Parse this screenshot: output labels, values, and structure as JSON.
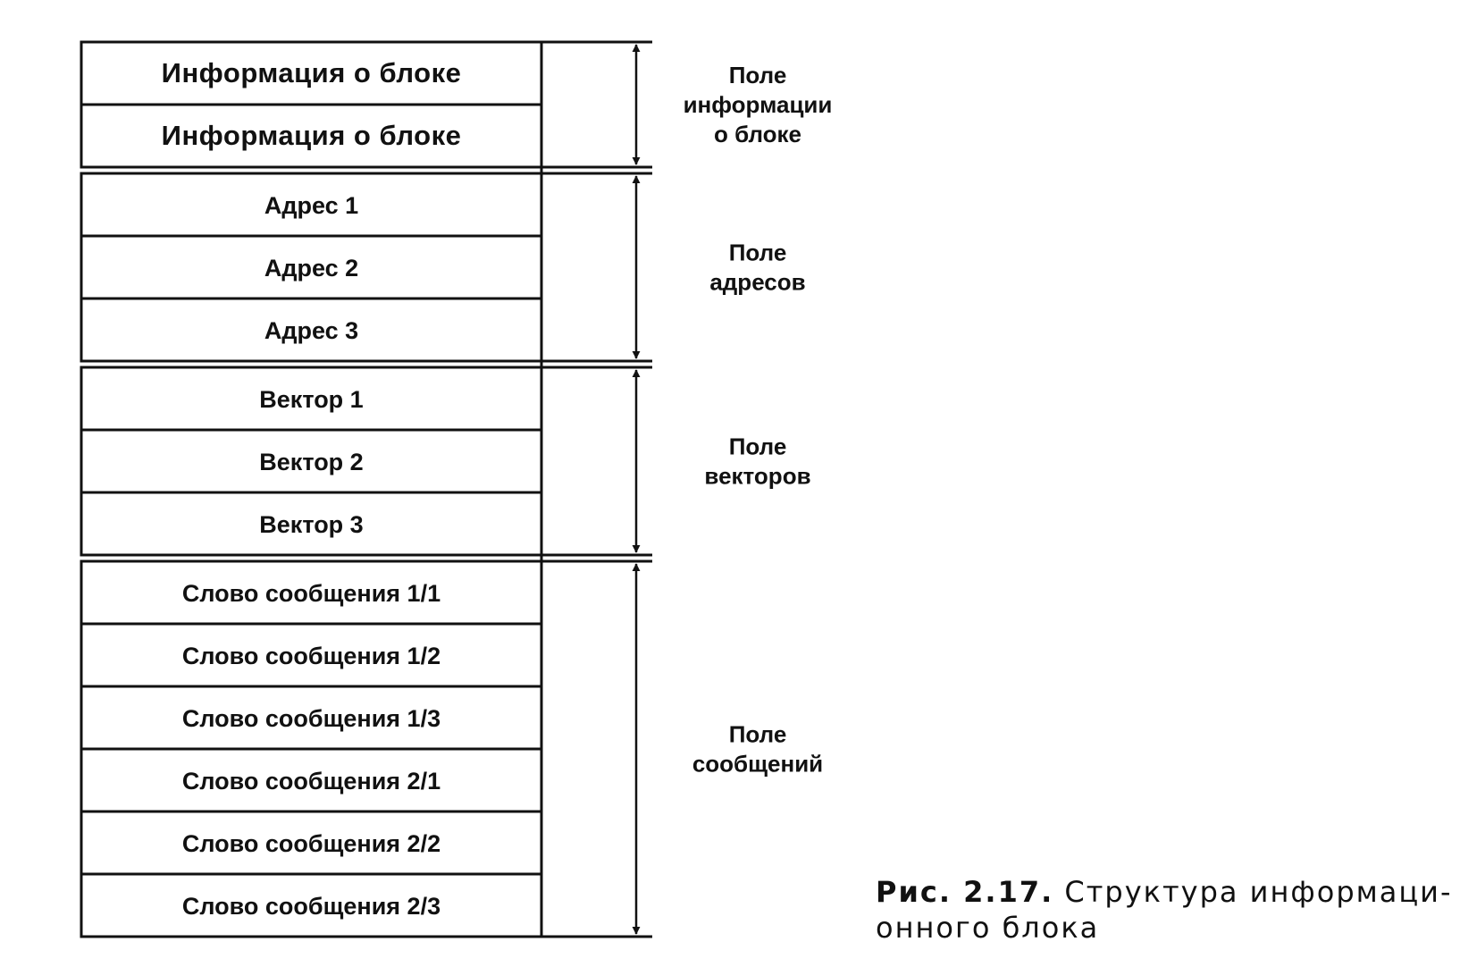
{
  "diagram": {
    "groups": [
      {
        "id": "info",
        "cells": [
          "Информация о блоке",
          "Информация о блоке"
        ],
        "label": [
          "Поле",
          "информации",
          "о блоке"
        ]
      },
      {
        "id": "addresses",
        "cells": [
          "Адрес 1",
          "Адрес 2",
          "Адрес 3"
        ],
        "label": [
          "Поле",
          "адресов"
        ]
      },
      {
        "id": "vectors",
        "cells": [
          "Вектор 1",
          "Вектор 2",
          "Вектор 3"
        ],
        "label": [
          "Поле",
          "векторов"
        ]
      },
      {
        "id": "messages",
        "cells": [
          "Слово сообщения 1/1",
          "Слово сообщения 1/2",
          "Слово сообщения 1/3",
          "Слово сообщения 2/1",
          "Слово сообщения 2/2",
          "Слово сообщения 2/3"
        ],
        "label": [
          "Поле",
          "сообщений"
        ]
      }
    ]
  },
  "caption": {
    "number": "Рис. 2.17.",
    "text_line1": "Структура информаци-",
    "text_line2": "онного блока"
  }
}
